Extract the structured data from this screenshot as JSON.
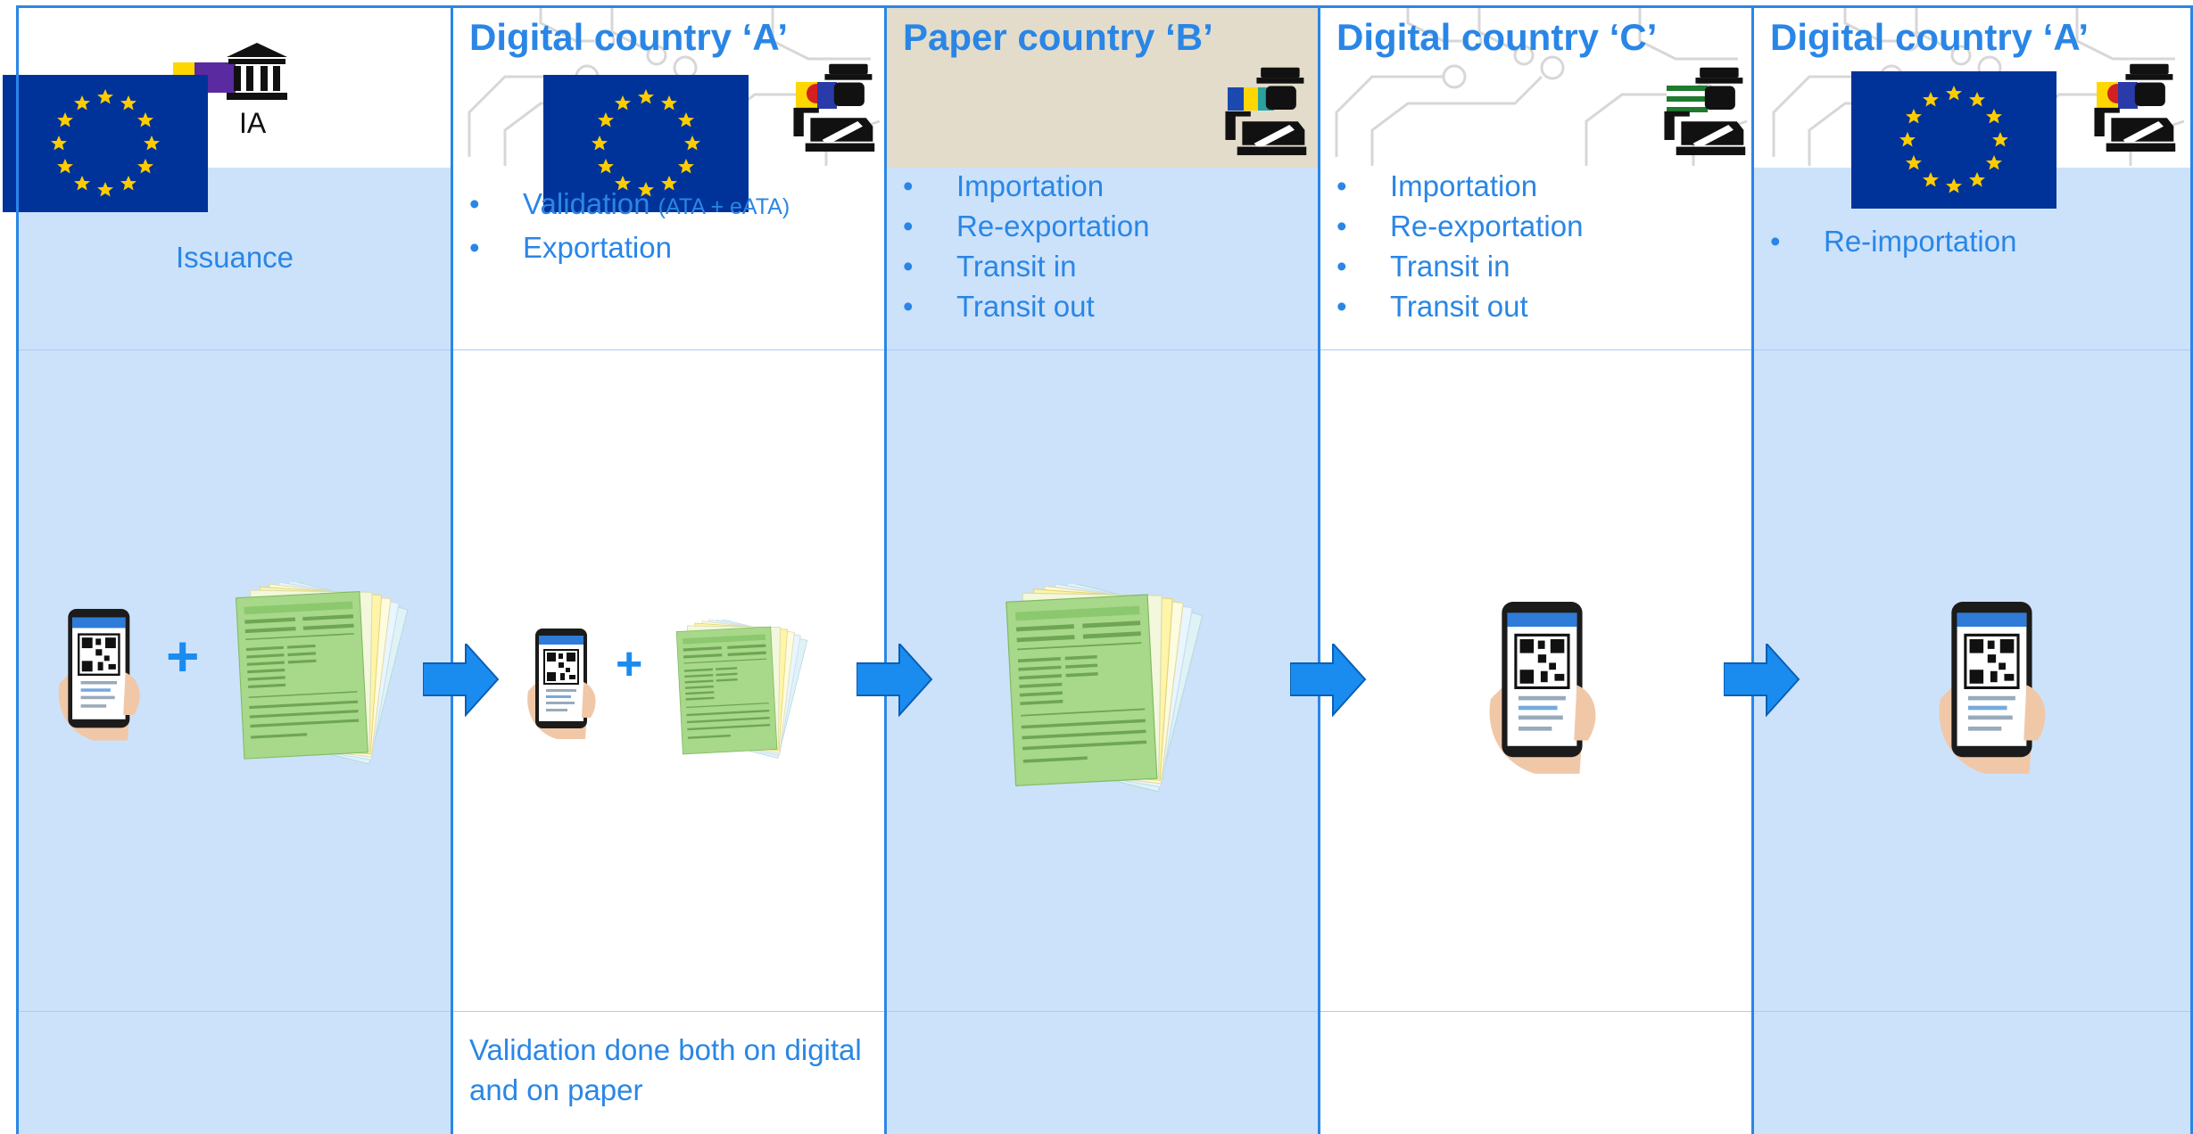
{
  "columns": [
    {
      "id": "issuing",
      "title": "",
      "ia_label": "IA",
      "activities_text": "Issuance",
      "carnet": "digital-and-paper",
      "note": ""
    },
    {
      "id": "digital-a",
      "title": "Digital country ‘A’",
      "activities": [
        {
          "bullet": "•",
          "text": "Validation ",
          "small": "(ATA + eATA)"
        },
        {
          "bullet": "•",
          "text": "Exportation",
          "small": ""
        }
      ],
      "carnet": "digital-and-paper",
      "note": "Validation done both on digital and on paper"
    },
    {
      "id": "paper-b",
      "title": "Paper country ‘B’",
      "activities": [
        {
          "bullet": "•",
          "text": "Importation"
        },
        {
          "bullet": "•",
          "text": "Re-exportation"
        },
        {
          "bullet": "•",
          "text": "Transit in"
        },
        {
          "bullet": "•",
          "text": "Transit out"
        }
      ],
      "carnet": "paper",
      "note": ""
    },
    {
      "id": "digital-c",
      "title": "Digital country ‘C’",
      "activities": [
        {
          "bullet": "•",
          "text": "Importation"
        },
        {
          "bullet": "•",
          "text": "Re-exportation"
        },
        {
          "bullet": "•",
          "text": "Transit in"
        },
        {
          "bullet": "•",
          "text": "Transit out"
        }
      ],
      "carnet": "digital",
      "note": ""
    },
    {
      "id": "digital-a-return",
      "title": "Digital country ‘A’",
      "activities": [
        {
          "bullet": "•",
          "text": "Re-importation"
        }
      ],
      "carnet": "digital",
      "note": ""
    }
  ],
  "plus_symbol": "+",
  "icons": {
    "eu_flag": "eu-flag-icon",
    "customs_officer": "customs-officer-icon",
    "bank": "issuing-association-building-icon",
    "phone": "phone-eata-qr-icon",
    "paper": "paper-carnet-stack-icon",
    "arrow": "flow-arrow-icon"
  },
  "colors": {
    "accent": "#2a86e6",
    "light_band": "#cce2fb",
    "eu_blue": "#003399",
    "eu_star": "#ffcc00",
    "paper_green": "#a8d88a"
  }
}
